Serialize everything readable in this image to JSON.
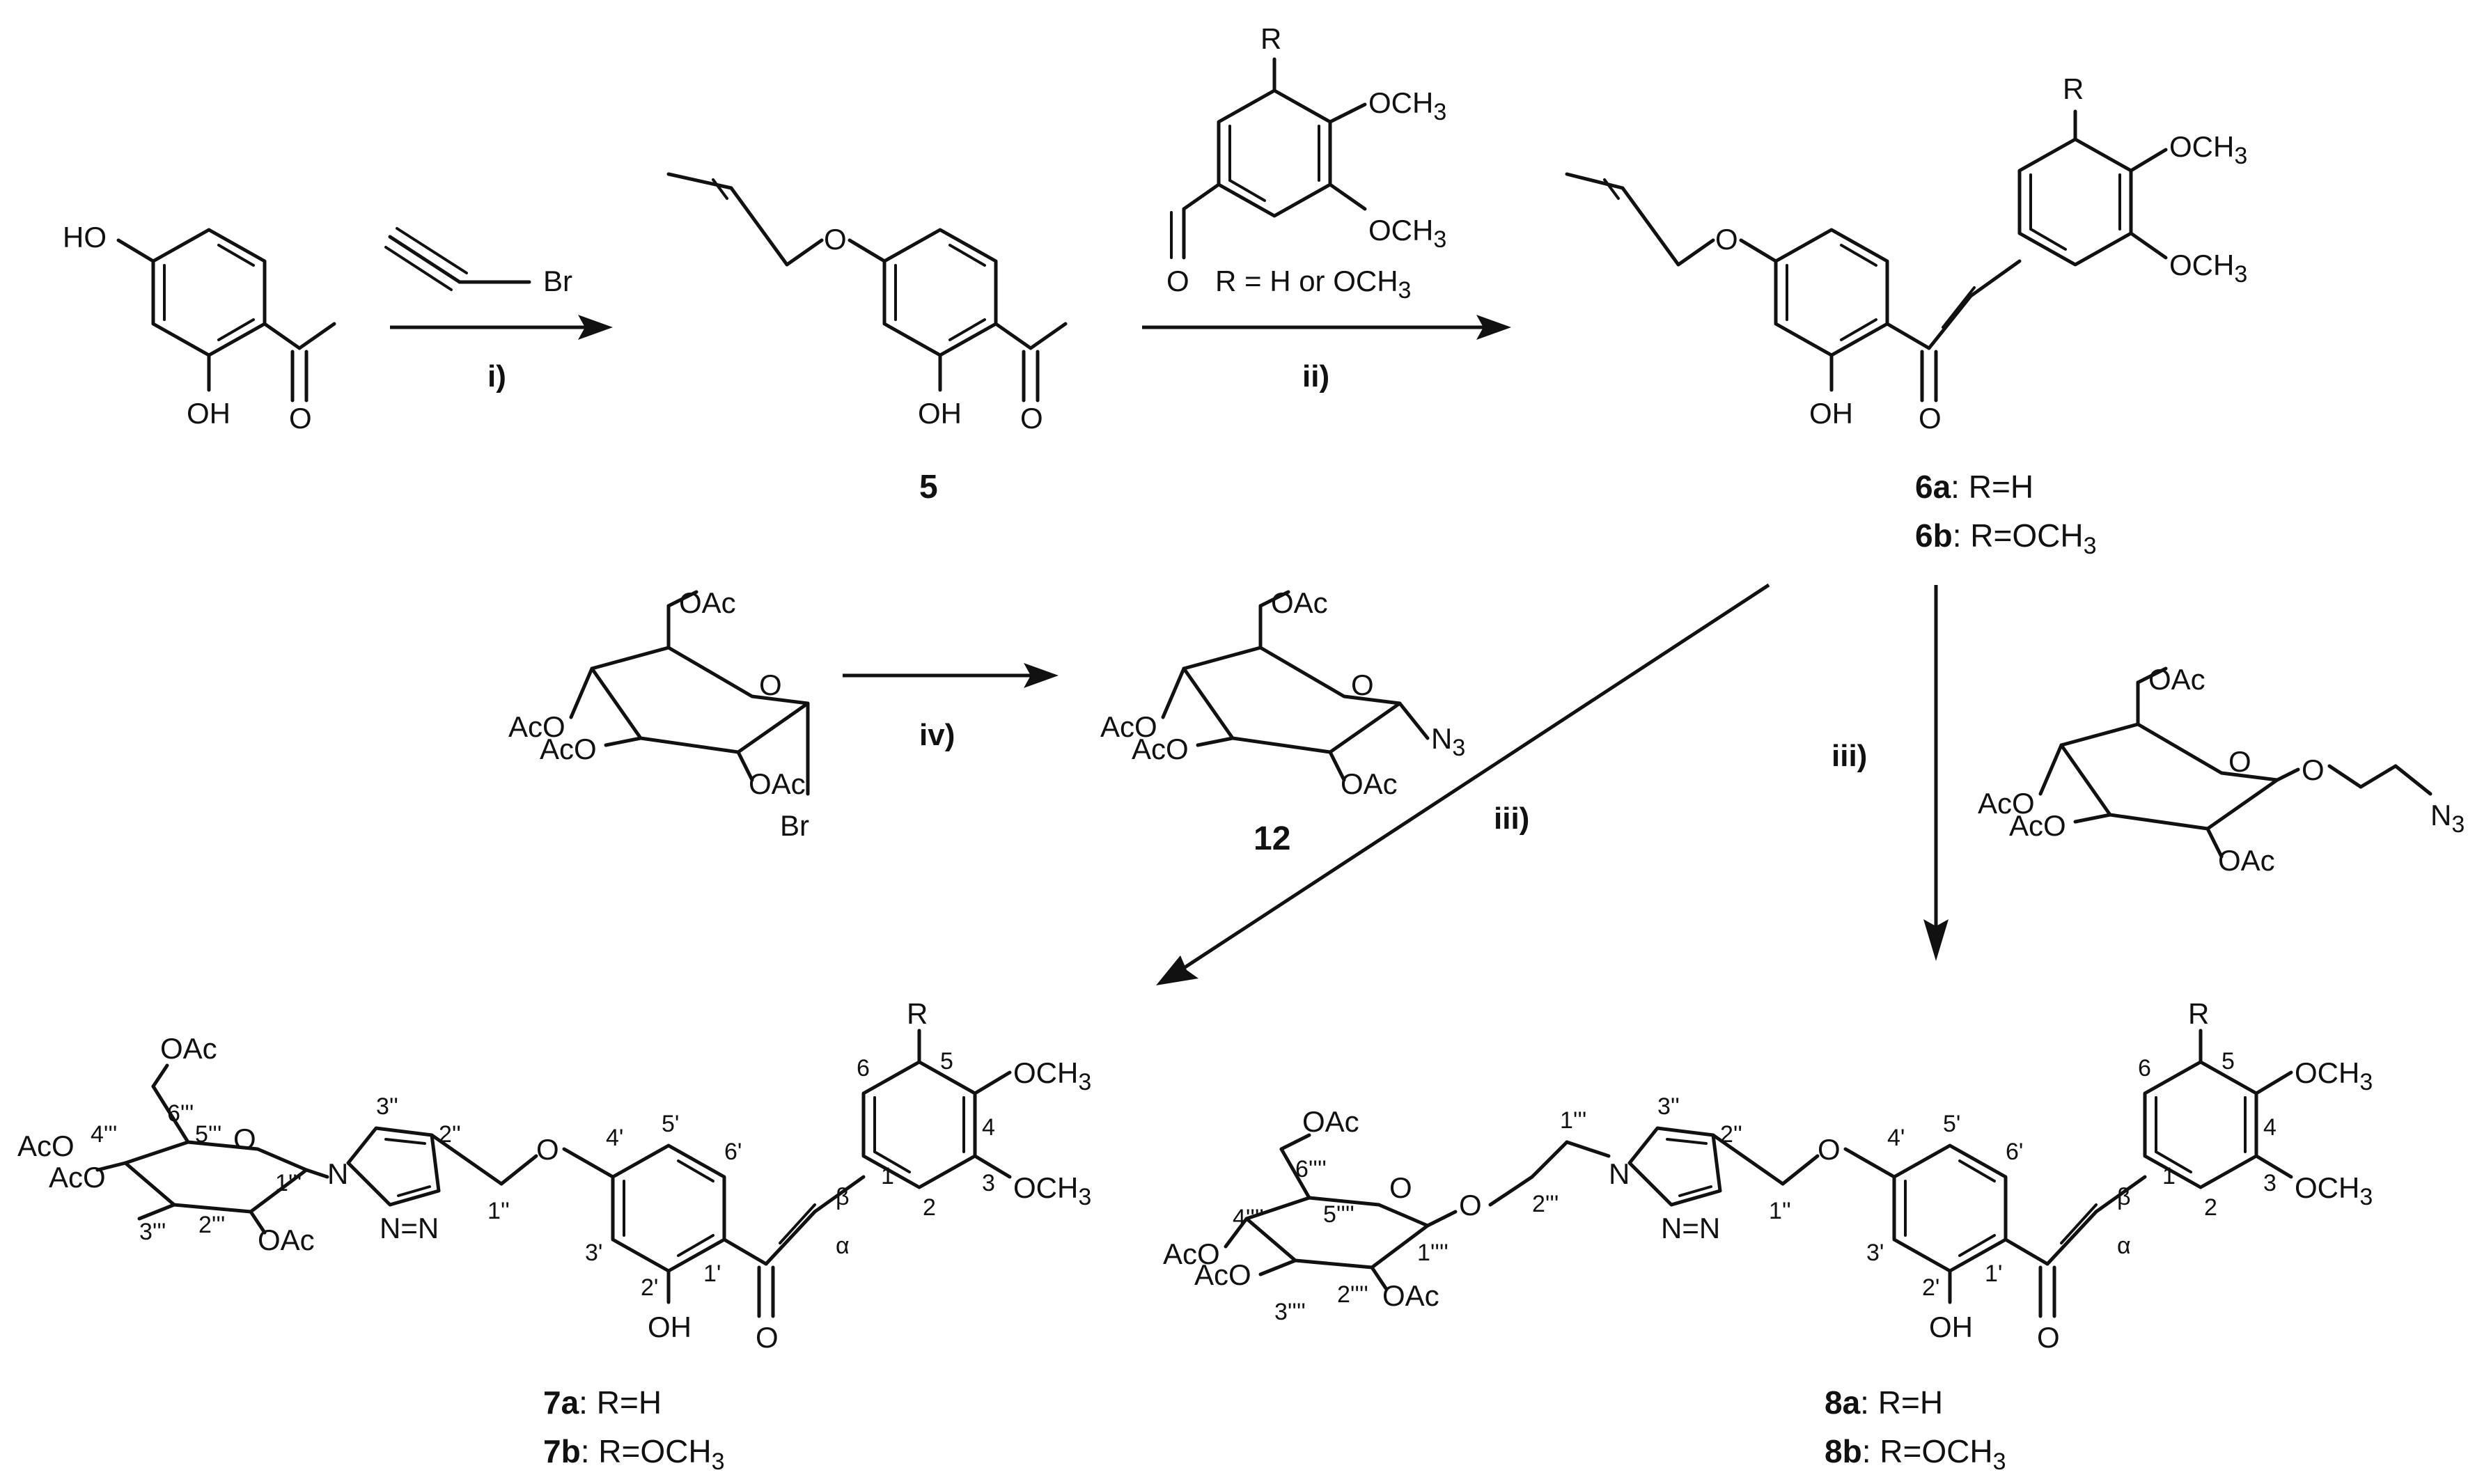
{
  "reagents": {
    "bromide": "Br",
    "aldehyde_r": "R",
    "aldehyde_och3_a": "OCH",
    "aldehyde_och3_b": "OCH",
    "sub3": "3",
    "aldehyde_o": "O",
    "r_note": "R = H or OCH",
    "gly_br": "Br",
    "azide": "N",
    "azide_sub": "3"
  },
  "conditions": {
    "i": "i)",
    "ii": "ii)",
    "iii_left": "iii)",
    "iii_right": "iii)",
    "iv": "iv)"
  },
  "compounds": {
    "c5": "5",
    "c12": "12",
    "c6a": "6a",
    "c6a_r": ": R=H",
    "c6b": "6b",
    "c6b_r": ": R=OCH",
    "c7a": "7a",
    "c7a_r": ": R=H",
    "c7b": "7b",
    "c7b_r": ": R=OCH",
    "c8a": "8a",
    "c8a_r": ": R=H",
    "c8b": "8b",
    "c8b_r": ": R=OCH",
    "sub3": "3"
  },
  "atoms": {
    "HO": "HO",
    "OH": "OH",
    "O": "O",
    "R": "R",
    "OCH": "OCH",
    "OAc": "OAc",
    "AcO": "AcO",
    "N": "N",
    "NN": "N=N"
  },
  "numbering": {
    "n1": "1",
    "n2": "2",
    "n3": "3",
    "n4": "4",
    "n5": "5",
    "n6": "6",
    "p1": "1'",
    "p2": "2'",
    "p3": "3'",
    "p4": "4'",
    "p5": "5'",
    "p6": "6'",
    "t1": "1''",
    "t2": "2''",
    "t3": "3''",
    "g1": "1'''",
    "g2": "2'''",
    "g3": "3'''",
    "g4": "4'''",
    "g5": "5'''",
    "g6": "6'''",
    "h1": "1''''",
    "h2": "2''''",
    "h3": "3''''",
    "h4": "4''''",
    "h5": "5''''",
    "h6": "6''''",
    "alpha": "α",
    "beta": "β"
  }
}
